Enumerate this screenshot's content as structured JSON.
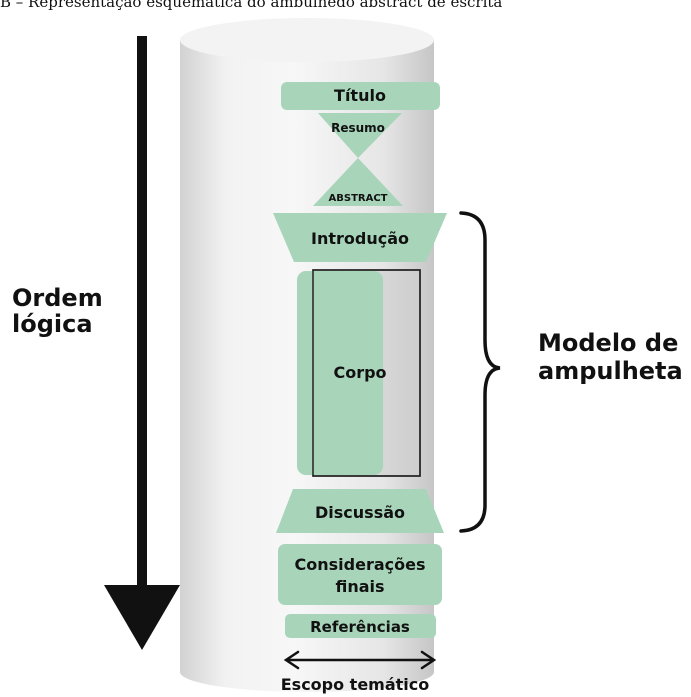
{
  "caption": "B – Representação esquemática do ambulhêdo abstract de escrita",
  "labels": {
    "titulo": "Título",
    "resumo": "Resumo",
    "abstract": "ABSTRACT",
    "introducao": "Introdução",
    "corpo": "Corpo",
    "discussao": "Discussão",
    "consideracoes_line1": "Considerações",
    "consideracoes_line2": "finais",
    "referencias": "Referências",
    "ordem_line1": "Ordem",
    "ordem_line2": "lógica",
    "modelo_line1": "Modelo de",
    "modelo_line2": "ampulheta",
    "escopo": "Escopo temático"
  },
  "colors": {
    "block": "#a8d5b9",
    "cylinder_light": "#f4f4f4",
    "cylinder_shade": "#cfcfcf",
    "ink": "#111111"
  }
}
